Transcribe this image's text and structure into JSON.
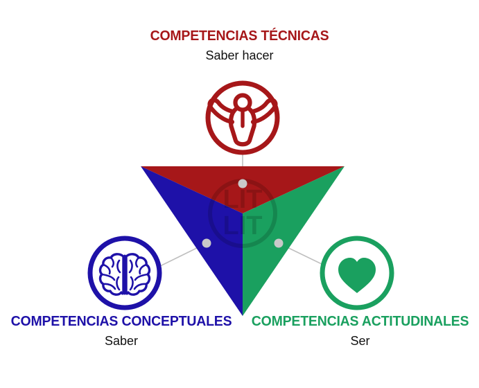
{
  "diagram": {
    "title_visible": false,
    "background_color": "#FFFFFF",
    "watermark": {
      "text": "LIT",
      "shape": "circle-outline"
    },
    "nodes": [
      {
        "id": "tecnicas",
        "title": "COMPETENCIAS TÉCNICAS",
        "subtitle": "Saber hacer",
        "color": "#A61719",
        "icon": "person-raised-arms-icon",
        "position": "top"
      },
      {
        "id": "conceptuales",
        "title": "COMPETENCIAS CONCEPTUALES",
        "subtitle": "Saber",
        "color": "#1E11A8",
        "icon": "brain-icon",
        "position": "bottom-left"
      },
      {
        "id": "actitudinales",
        "title": "COMPETENCIAS ACTITUDINALES",
        "subtitle": "Ser",
        "color": "#1AA05F",
        "icon": "heart-icon",
        "position": "bottom-right"
      }
    ],
    "connector_color": "#BFBFBF"
  }
}
